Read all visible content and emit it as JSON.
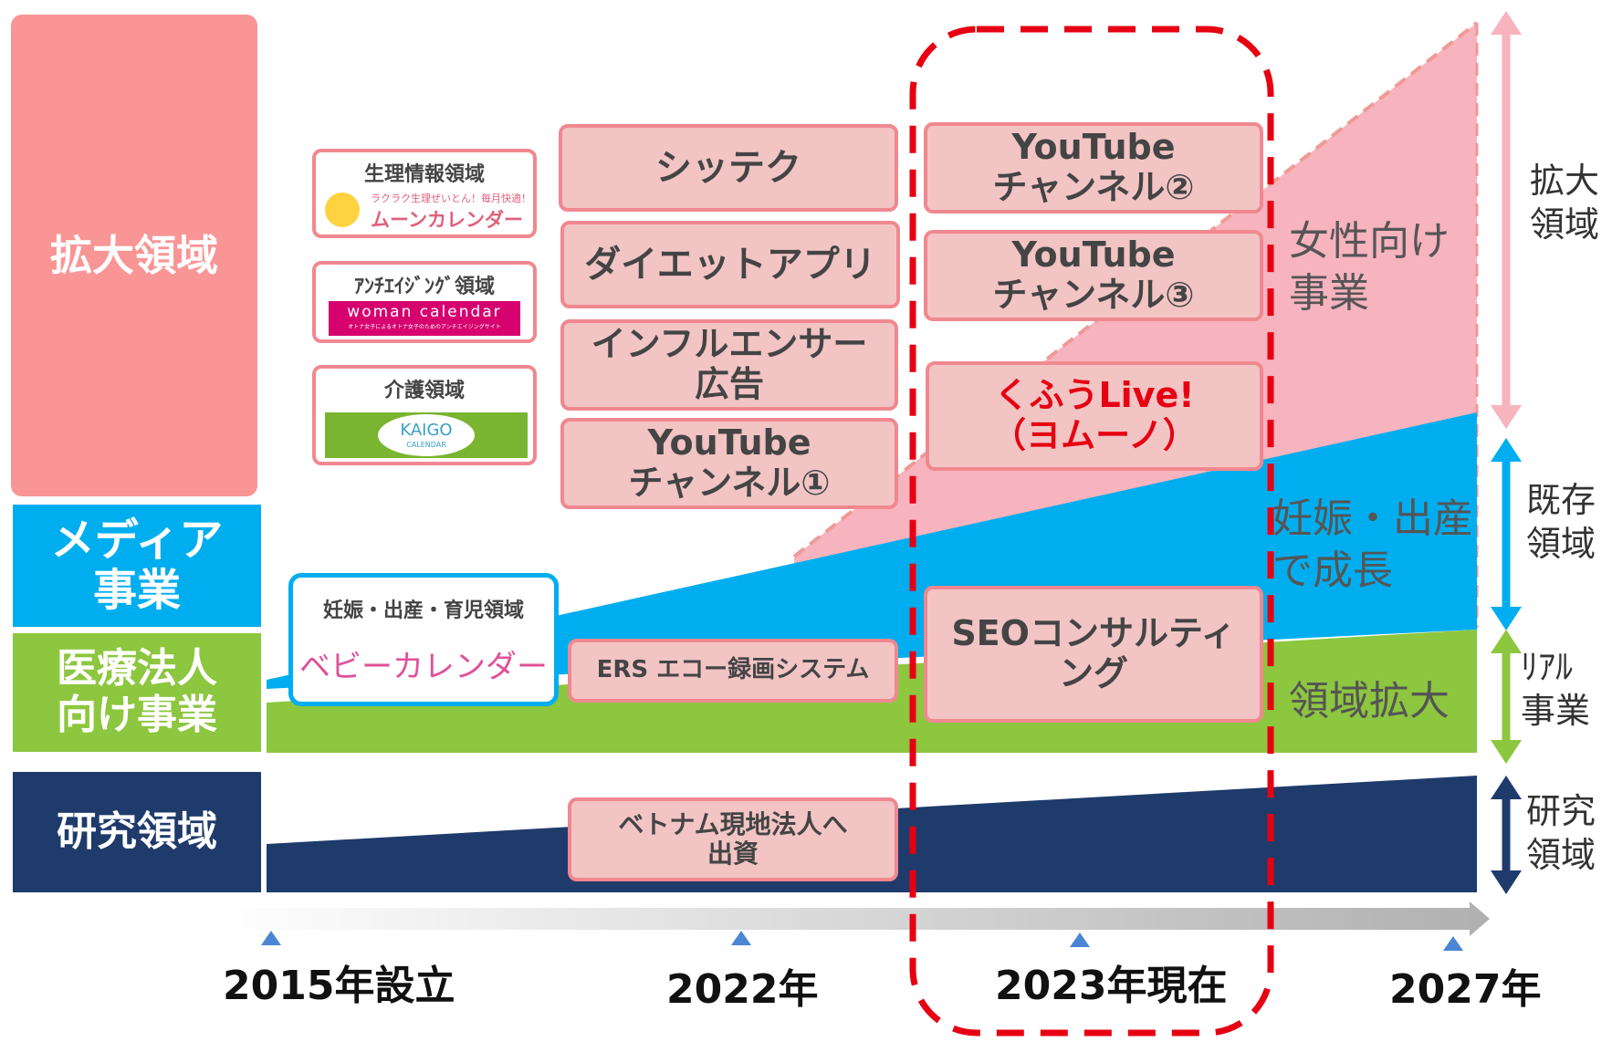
{
  "categories": {
    "expansion": "拡大領域",
    "media_line1": "メディア",
    "media_line2": "事業",
    "medical_line1": "医療法人",
    "medical_line2": "向け事業",
    "research": "研究領域"
  },
  "logos": {
    "menstrual": {
      "title": "生理情報領域",
      "tagline": "ラクラク生理ぜいとん！毎月快適！",
      "name": "ムーンカレンダー"
    },
    "antiaging": {
      "title": "ｱﾝﾁｴｲｼﾞﾝｸﾞ領域",
      "name": "woman calendar",
      "tagline": "オトナ女子によるオトナ女子のためのアンチエイジングサイト"
    },
    "care": {
      "title": "介護領域",
      "name": "KAIGO",
      "sub": "CALENDAR"
    },
    "baby": {
      "title": "妊娠・出産・育児領域",
      "name": "ベビーカレンダー"
    }
  },
  "boxes_2022": {
    "shittech": "シッテク",
    "diet": "ダイエットアプリ",
    "influencer_1": "インフルエンサー",
    "influencer_2": "広告",
    "youtube1_1": "YouTube",
    "youtube1_2": "チャンネル①",
    "ers": "ERS エコー録画システム",
    "vietnam_1": "ベトナム現地法人へ",
    "vietnam_2": "出資"
  },
  "boxes_2023": {
    "youtube2_1": "YouTube",
    "youtube2_2": "チャンネル②",
    "youtube3_1": "YouTube",
    "youtube3_2": "チャンネル③",
    "kufu_1": "くふうLive!",
    "kufu_2": "（ヨムーノ）",
    "seo_1": "SEOコンサルティ",
    "seo_2": "ング"
  },
  "area_labels": {
    "women_1": "女性向け",
    "women_2": "事業",
    "preg_1": "妊娠・出産",
    "preg_2": "で成長",
    "domain_expand": "領域拡大"
  },
  "right_labels": {
    "expand_1": "拡大",
    "expand_2": "領域",
    "existing_1": "既存",
    "existing_2": "領域",
    "real_1": "ﾘｱﾙ",
    "real_2": "事業",
    "research_1": "研究",
    "research_2": "領域"
  },
  "timeline": {
    "y2015": "2015年設立",
    "y2022": "2022年",
    "y2023": "2023年現在",
    "y2027": "2027年"
  },
  "colors": {
    "pink_cat": "#f99595",
    "pink_area": "#f7b3be",
    "blue": "#00aeef",
    "green": "#8dc63f",
    "navy": "#1f3b6b",
    "red_dash": "#e60012"
  }
}
